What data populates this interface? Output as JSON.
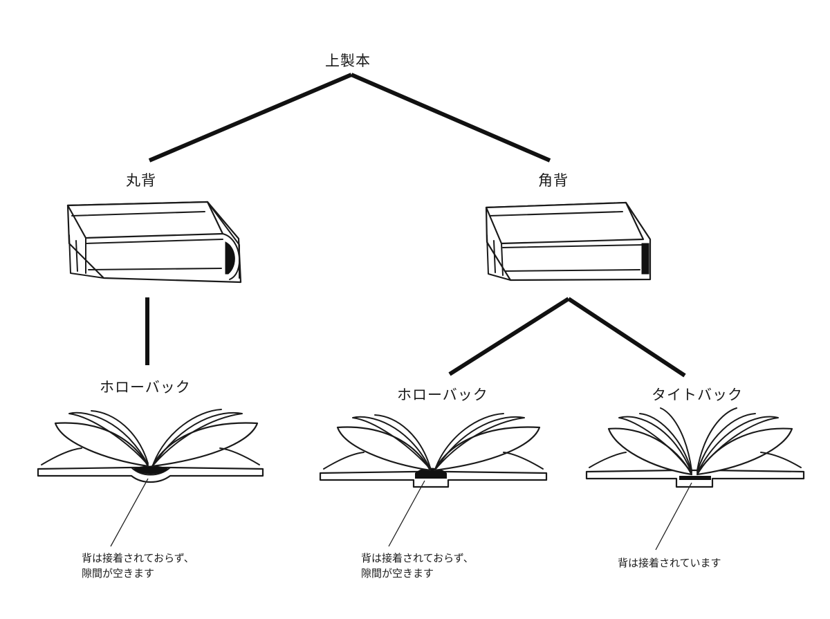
{
  "root": {
    "label": "上製本"
  },
  "branches": [
    {
      "label": "丸背",
      "children": [
        {
          "label": "ホローバック",
          "note_lines": [
            "背は接着されておらず、",
            "隙間が空きます"
          ]
        }
      ]
    },
    {
      "label": "角背",
      "children": [
        {
          "label": "ホローバック",
          "note_lines": [
            "背は接着されておらず、",
            "隙間が空きます"
          ]
        },
        {
          "label": "タイトバック",
          "note_lines": [
            "背は接着されています"
          ]
        }
      ]
    }
  ]
}
